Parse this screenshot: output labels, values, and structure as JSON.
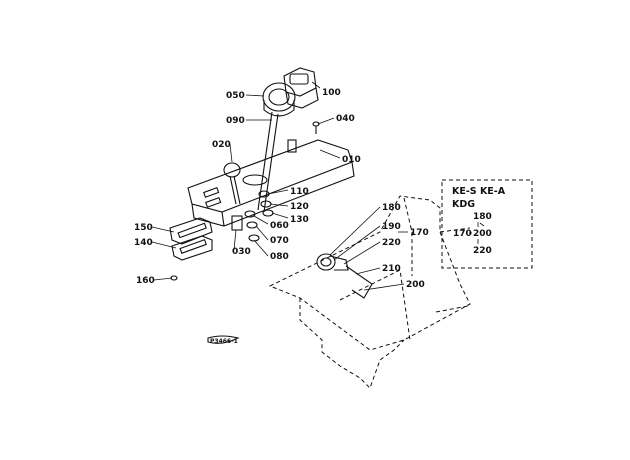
{
  "diagram": {
    "callouts": [
      {
        "id": "c050",
        "text": "050"
      },
      {
        "id": "c100",
        "text": "100"
      },
      {
        "id": "c090",
        "text": "090"
      },
      {
        "id": "c040",
        "text": "040"
      },
      {
        "id": "c020",
        "text": "020"
      },
      {
        "id": "c010",
        "text": "010"
      },
      {
        "id": "c110",
        "text": "110"
      },
      {
        "id": "c120",
        "text": "120"
      },
      {
        "id": "c130",
        "text": "130"
      },
      {
        "id": "c060",
        "text": "060"
      },
      {
        "id": "c070",
        "text": "070"
      },
      {
        "id": "c030",
        "text": "030"
      },
      {
        "id": "c080",
        "text": "080"
      },
      {
        "id": "c150",
        "text": "150"
      },
      {
        "id": "c140",
        "text": "140"
      },
      {
        "id": "c160",
        "text": "160"
      },
      {
        "id": "c180",
        "text": "180"
      },
      {
        "id": "c190",
        "text": "190"
      },
      {
        "id": "c220",
        "text": "220"
      },
      {
        "id": "c170",
        "text": "170"
      },
      {
        "id": "c210",
        "text": "210"
      },
      {
        "id": "c200",
        "text": "200"
      }
    ],
    "variant_box": {
      "line1": "KE-S KE-A",
      "line2": "KDG",
      "items": [
        "180",
        "170",
        "200",
        "220"
      ]
    },
    "figure_code": "P3466-1"
  }
}
